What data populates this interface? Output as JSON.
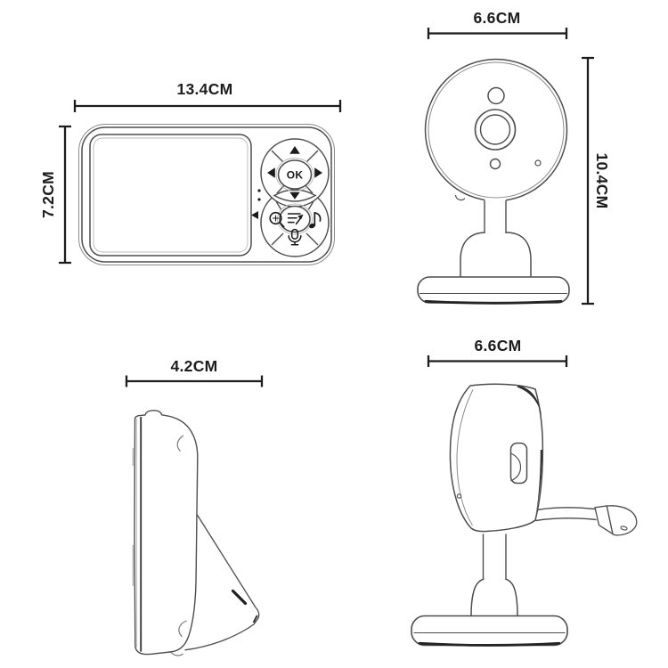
{
  "diagram": {
    "background_color": "#ffffff",
    "outline_color": "#4d4d4d",
    "dimension_color": "#1c1c1c",
    "monitor_front": {
      "width_label": "13.4CM",
      "height_label": "7.2CM",
      "ok_button_label": "OK",
      "button_icons": [
        "arrow-up-icon",
        "arrow-left-icon",
        "arrow-right-icon",
        "arrow-down-icon",
        "zoom-icon",
        "menu-return-icon",
        "music-note-icon",
        "microphone-icon"
      ]
    },
    "camera_front": {
      "width_label": "6.6CM",
      "height_label": "10.4CM"
    },
    "monitor_side": {
      "width_label": "4.2CM"
    },
    "camera_side": {
      "width_label": "6.6CM"
    }
  }
}
